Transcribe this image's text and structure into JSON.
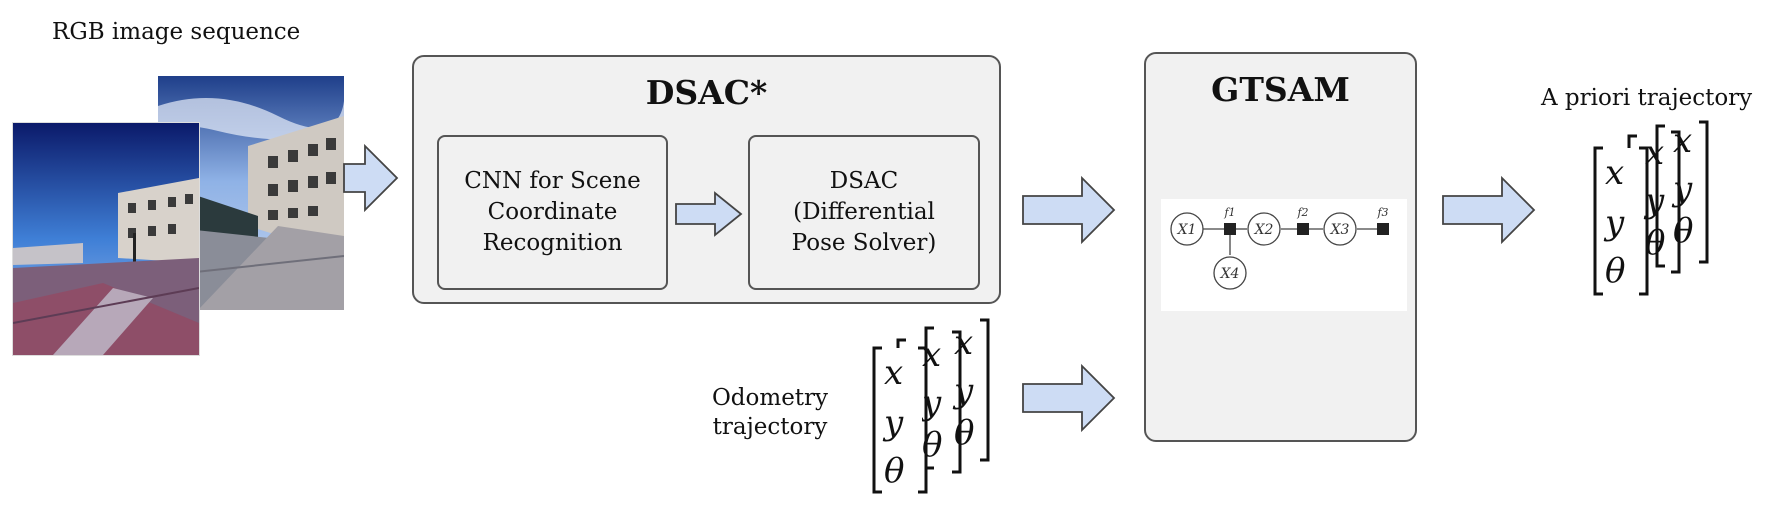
{
  "input": {
    "title": "RGB image sequence"
  },
  "dsac": {
    "title": "DSAC*",
    "cnn_lines": [
      "CNN for Scene",
      "Coordinate",
      "Recognition"
    ],
    "solver_lines": [
      "DSAC",
      "(Differential",
      "Pose Solver)"
    ]
  },
  "odometry": {
    "lines": [
      "Odometry",
      "trajectory"
    ]
  },
  "gtsam": {
    "title": "GTSAM",
    "variables": [
      "X1",
      "X2",
      "X3",
      "X4"
    ],
    "factors": [
      "f1",
      "f2",
      "f3"
    ]
  },
  "output": {
    "title": "A priori trajectory"
  },
  "vector_symbols": [
    "x",
    "y",
    "θ"
  ],
  "colors": {
    "arrow_fill": "#cddcf4",
    "arrow_stroke": "#444444",
    "box_fill": "#f1f1f1"
  }
}
